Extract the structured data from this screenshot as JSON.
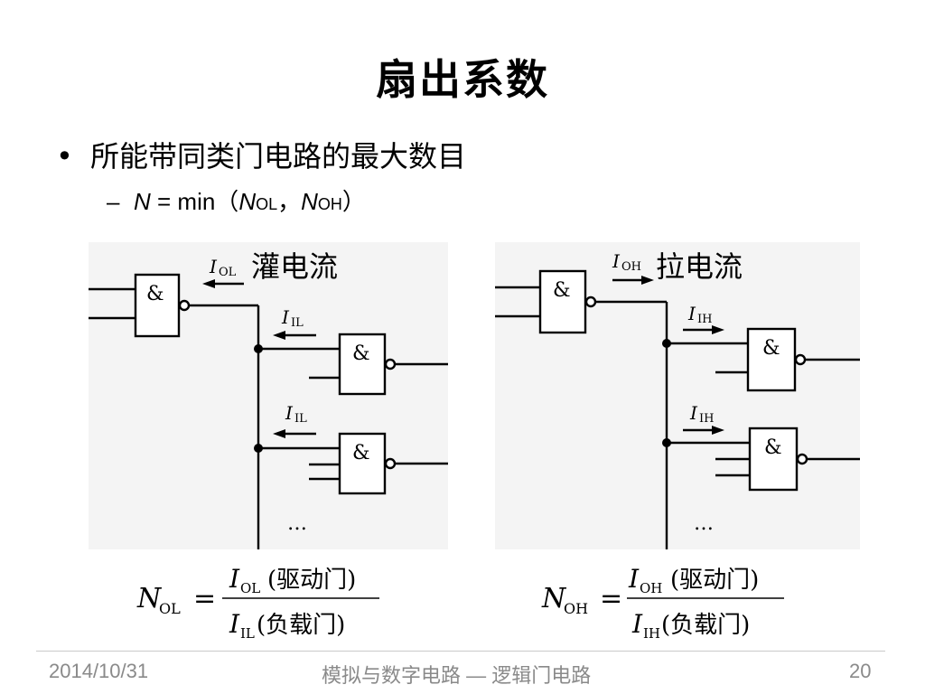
{
  "slide": {
    "title": "扇出系数",
    "bullet": "所能带同类门电路的最大数目",
    "sub": {
      "n": "N",
      "eq": " = min（",
      "n1": "N",
      "s1": "OL",
      "sep": "，",
      "n2": "N",
      "s2": "OH",
      "close": "）"
    }
  },
  "diagram_left": {
    "caption": "灌电流",
    "gate_symbol": "&",
    "i_out": "I",
    "i_out_sub": "OL",
    "i_in": "I",
    "i_in_sub": "IL",
    "ellipsis": "…"
  },
  "diagram_right": {
    "caption": "拉电流",
    "gate_symbol": "&",
    "i_out": "I",
    "i_out_sub": "OH",
    "i_in": "I",
    "i_in_sub": "IH",
    "ellipsis": "…"
  },
  "formula_left": {
    "lhs": "N",
    "lhs_sub": "OL",
    "eq": "=",
    "num": "I",
    "num_sub": "OL",
    "num_note": "(驱动门)",
    "den": "I",
    "den_sub": "IL",
    "den_note": "(负载门)"
  },
  "formula_right": {
    "lhs": "N",
    "lhs_sub": "OH",
    "eq": "=",
    "num": "I",
    "num_sub": "OH",
    "num_note": "(驱动门)",
    "den": "I",
    "den_sub": "IH",
    "den_note": "(负载门)"
  },
  "footer": {
    "date": "2014/10/31",
    "course": "模拟与数字电路 — 逻辑门电路",
    "page": "20"
  }
}
